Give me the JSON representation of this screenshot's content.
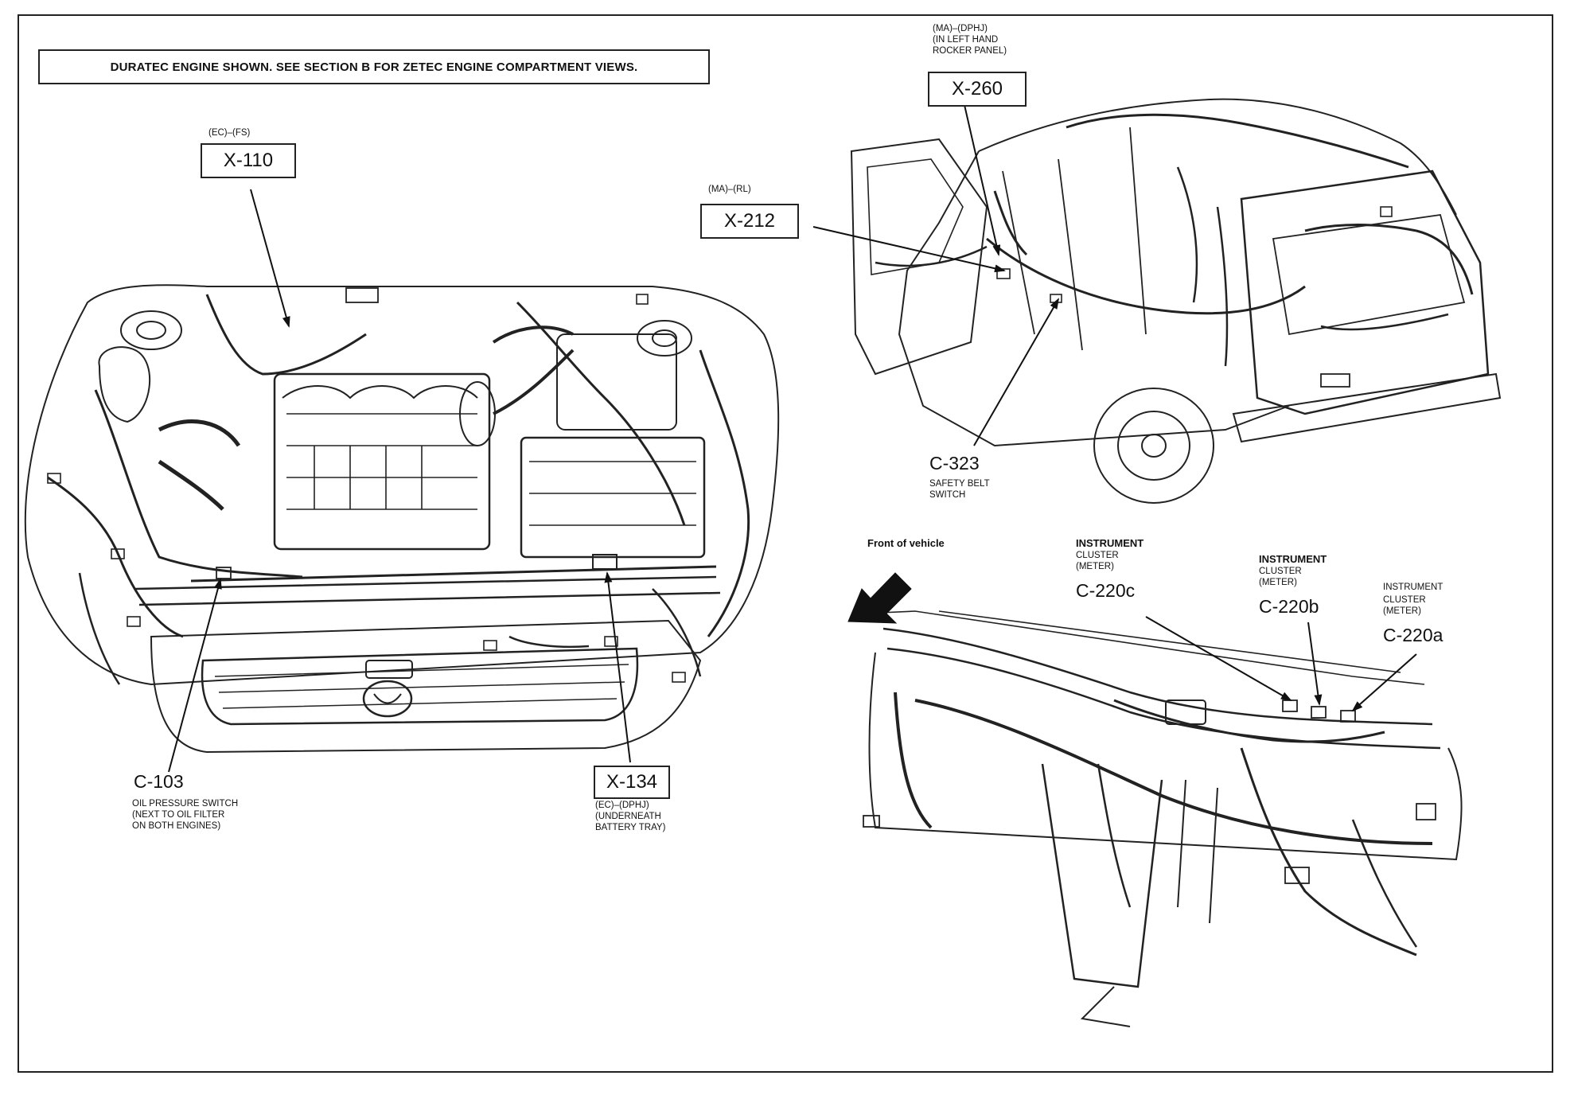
{
  "header_note": "DURATEC ENGINE SHOWN. SEE SECTION B FOR ZETEC ENGINE COMPARTMENT VIEWS.",
  "front_of_vehicle": "Front of vehicle",
  "callouts": {
    "x110": {
      "id": "X-110",
      "code": "(EC)–(FS)"
    },
    "x212": {
      "id": "X-212",
      "code": "(MA)–(RL)"
    },
    "x260": {
      "id": "X-260",
      "code": "(MA)–(DPHJ)",
      "note_1": "(IN LEFT HAND",
      "note_2": "ROCKER PANEL)"
    },
    "x134": {
      "id": "X-134",
      "code": "(EC)–(DPHJ)",
      "note_1": "(UNDERNEATH",
      "note_2": "BATTERY TRAY)"
    },
    "c103": {
      "id": "C-103",
      "desc_1": "OIL PRESSURE SWITCH",
      "desc_2": "(NEXT TO OIL FILTER",
      "desc_3": "ON BOTH ENGINES)"
    },
    "c323": {
      "id": "C-323",
      "desc_1": "SAFETY BELT",
      "desc_2": "SWITCH"
    },
    "c220c": {
      "id": "C-220c",
      "desc_1": "INSTRUMENT",
      "desc_2": "CLUSTER",
      "desc_3": "(METER)"
    },
    "c220b": {
      "id": "C-220b",
      "desc_1": "INSTRUMENT",
      "desc_2": "CLUSTER",
      "desc_3": "(METER)"
    },
    "c220a": {
      "id": "C-220a",
      "desc_1": "INSTRUMENT",
      "desc_2": "CLUSTER",
      "desc_3": "(METER)"
    }
  }
}
